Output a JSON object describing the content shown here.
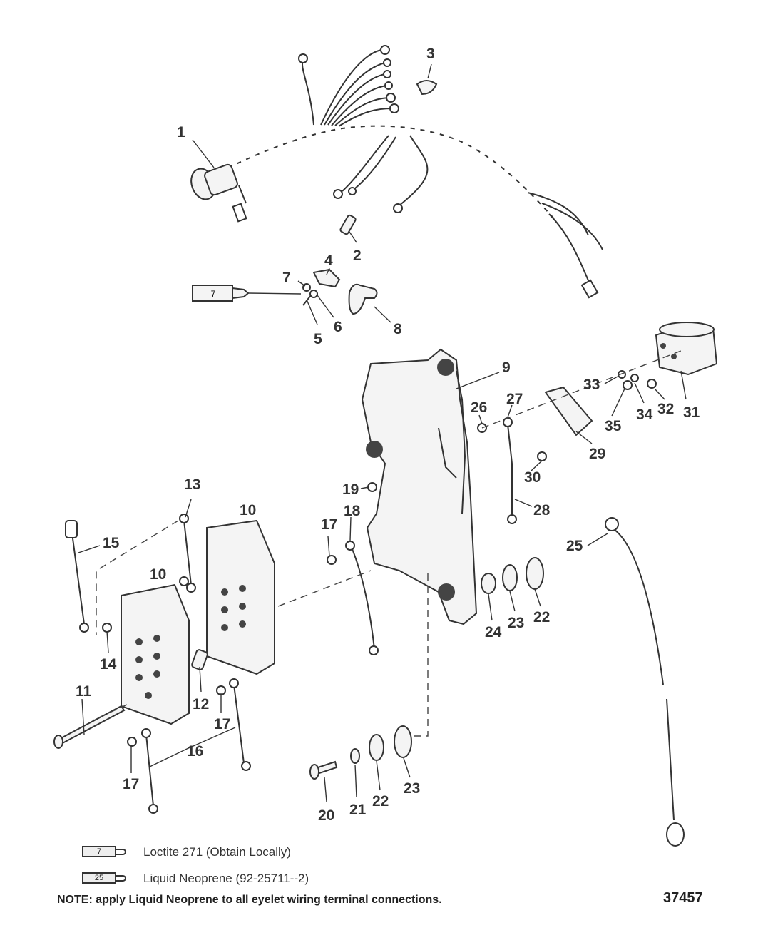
{
  "callouts": [
    "1",
    "2",
    "3",
    "4",
    "5",
    "6",
    "7",
    "8",
    "9",
    "10",
    "10",
    "11",
    "12",
    "13",
    "14",
    "15",
    "16",
    "17",
    "17",
    "17",
    "18",
    "19",
    "20",
    "21",
    "22",
    "22",
    "23",
    "23",
    "24",
    "25",
    "26",
    "27",
    "28",
    "29",
    "30",
    "31",
    "32",
    "33",
    "34",
    "35"
  ],
  "legend": [
    {
      "code": "7",
      "text": "Loctite 271 (Obtain Locally)"
    },
    {
      "code": "25",
      "text": "Liquid Neoprene (92-25711--2)"
    }
  ],
  "tube_label": "7",
  "note": "NOTE: apply Liquid Neoprene to all eyelet wiring terminal connections.",
  "figure_number": "37457"
}
